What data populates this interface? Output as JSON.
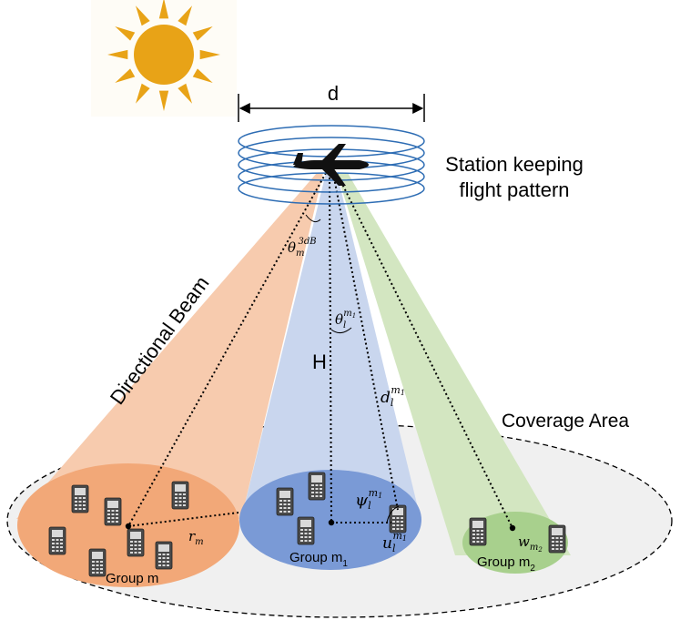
{
  "labels": {
    "d": "d",
    "station": [
      "Station keeping",
      "flight pattern"
    ],
    "directional_beam": "Directional Beam",
    "coverage_area": "Coverage Area",
    "height": "H"
  },
  "symbols": {
    "theta_3db": {
      "base": "θ",
      "sub": "m",
      "sup": "3dB"
    },
    "theta_l": {
      "base": "θ",
      "sub": "l",
      "sup": "m",
      "supsub": "1"
    },
    "d_l": {
      "base": "d",
      "sub": "l",
      "sup": "m",
      "supsub": "1"
    },
    "psi_l": {
      "base": "ψ",
      "sub": "l",
      "sup": "m",
      "supsub": "1"
    },
    "u_l": {
      "base": "u",
      "sub": "l",
      "sup": "m",
      "supsub": "1"
    },
    "r_m": {
      "base": "r",
      "sub": "m"
    },
    "w_m2": {
      "base": "w",
      "sub": "m",
      "subsub": "2"
    }
  },
  "groups": {
    "m": {
      "label": "Group m"
    },
    "m1": {
      "base": "Group m",
      "sub": "1"
    },
    "m2": {
      "base": "Group m",
      "sub": "2"
    }
  },
  "colors": {
    "sun": "#E8A317",
    "sun_bg": "#FEFCF6",
    "coil": "#2E6DB4",
    "beam_orange": "#F7CBAE",
    "beam_blue": "#C9D6EE",
    "beam_green": "#D3E6C1",
    "group_orange": "#F2A878",
    "group_blue": "#7A9AD6",
    "group_green": "#A8D08D",
    "coverage": "#F0F0F0"
  }
}
